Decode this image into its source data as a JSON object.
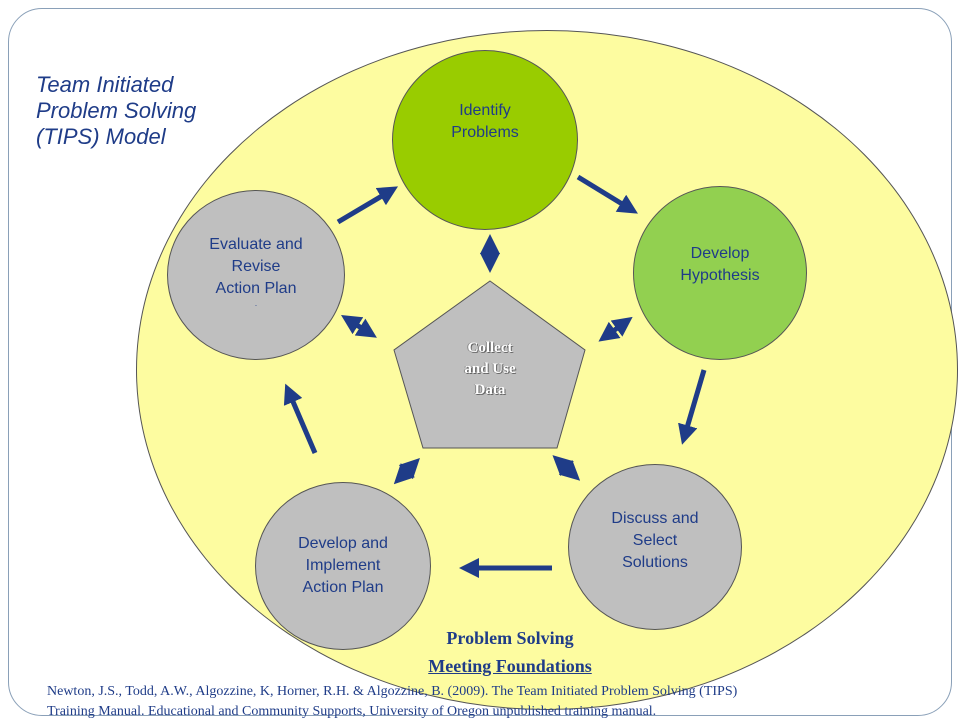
{
  "title": {
    "lines": [
      "Team Initiated",
      "Problem Solving",
      "(TIPS) Model"
    ]
  },
  "steps": {
    "identify": "Identify\nProblems",
    "hypothesis": "Develop\nHypothesis",
    "discuss": "Discuss and\nSelect\nSolutions",
    "implement": "Develop and\nImplement\nAction Plan",
    "evaluate": "Evaluate and\nRevise\nAction Plan",
    "evaluate_mark": "."
  },
  "center": {
    "lines": [
      "Collect",
      "and Use",
      "Data"
    ]
  },
  "foundation": {
    "line1": "Problem Solving",
    "line2": "Meeting Foundations"
  },
  "citation": {
    "line1": "Newton, J.S., Todd, A.W., Algozzine, K, Horner, R.H. & Algozzine, B. (2009). The Team Initiated Problem Solving (TIPS)",
    "line2": "Training Manual. Educational and Community Supports, University of Oregon unpublished training manual."
  },
  "colors": {
    "background_circle": "#fdfca0",
    "identify": "#99cc00",
    "hypothesis": "#92d050",
    "gray_steps": "#bfbfbf",
    "arrows": "#1f3c88",
    "text": "#1f3c88"
  }
}
